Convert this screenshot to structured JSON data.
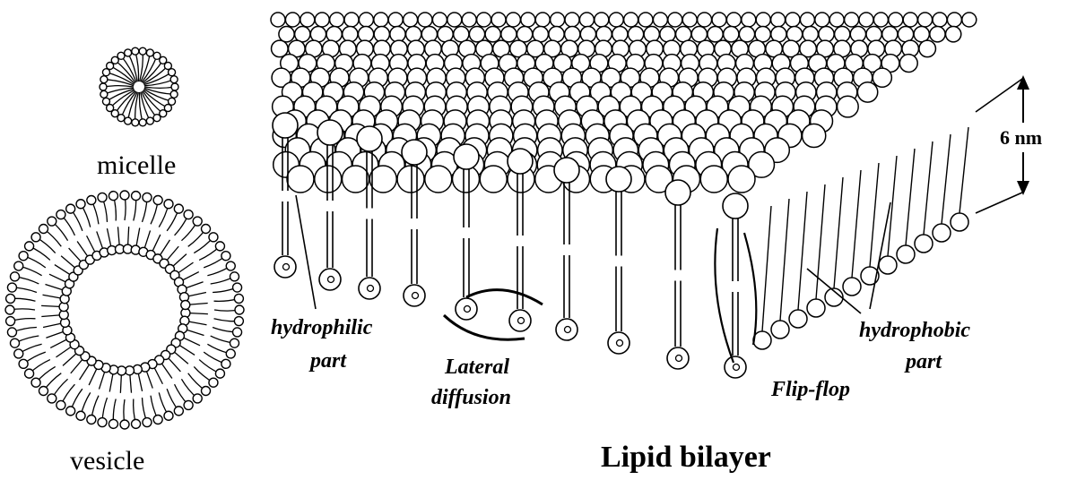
{
  "labels": {
    "micelle": "micelle",
    "vesicle": "vesicle",
    "hydrophilic": "hydrophilic",
    "hydrophilic_part": "part",
    "lateral": "Lateral",
    "diffusion": "diffusion",
    "flipflop": "Flip-flop",
    "hydrophobic": "hydrophobic",
    "hydrophobic_part": "part",
    "thickness": "6 nm",
    "title": "Lipid bilayer"
  },
  "colors": {
    "ink": "#000000",
    "background": "#ffffff"
  }
}
